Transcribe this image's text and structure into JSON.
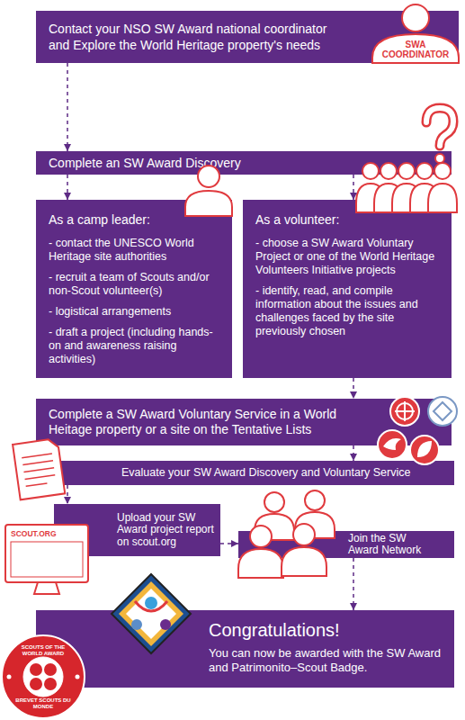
{
  "diagram": {
    "nodes": [
      {
        "text": [
          "Contact your NSO SW Award national coordinator and Explore the World Heritage property's needs"
        ]
      },
      {
        "text": [
          "Complete an SW Award Discovery"
        ]
      },
      {
        "text": [
          "As a camp leader:",
          "- contact the UNESCO World Heritage site authorities",
          "- recruit a team of Scouts and/or non-Scout volunteer(s)",
          "- logistical arrangements",
          "- draft a project (including hands-on and awareness raising activities)"
        ]
      },
      {
        "text": [
          "As a volunteer:",
          "- choose a SW Award Voluntary Project or one of the World Heritage Volunteers Initiative projects",
          "- identify, read, and compile information about the issues and challenges faced by the site previously chosen"
        ]
      },
      {
        "text": [
          "Complete a SW Award Voluntary Service in a World Heitage property or a site on the Tentative Lists"
        ]
      },
      {
        "text": [
          "Evaluate your SW Award Discovery and Voluntary Service"
        ]
      },
      {
        "text": [
          "Upload your SW Award project report on scout.org"
        ]
      },
      {
        "text": [
          "Join the SW Award Network"
        ]
      },
      {
        "text": [
          "Congratulations!",
          "You can now be awarded with the SW Award and Patrimonito–Scout Badge."
        ]
      }
    ],
    "edges": [
      {
        "from": 0,
        "to": 1,
        "arrow": "to"
      },
      {
        "from": 1,
        "to": 2,
        "arrow": "to"
      },
      {
        "from": 1,
        "to": 3,
        "arrow": "to"
      },
      {
        "from": 3,
        "to": 4,
        "arrow": "to"
      },
      {
        "from": 4,
        "to": 5,
        "arrow": "to"
      },
      {
        "from": 5,
        "to": 6,
        "arrow": "to"
      },
      {
        "from": 6,
        "to": 7,
        "arrow": "to"
      },
      {
        "from": 7,
        "to": 8,
        "arrow": "to"
      }
    ],
    "labels": [
      "SWA COORDINATOR",
      "SCOUT.ORG",
      "SCOUTS OF THE WORLD AWARD",
      "BREVET SCOUTS DU MONDE"
    ]
  }
}
